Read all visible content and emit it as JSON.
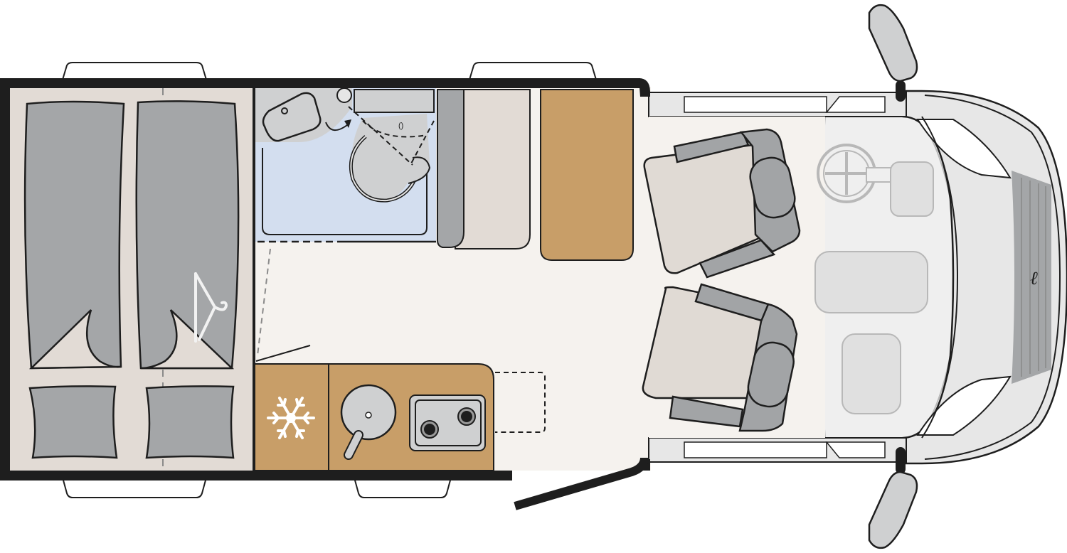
{
  "diagram": {
    "type": "campervan-floor-plan",
    "orientation": "rear-left, cab-right",
    "zones": [
      {
        "id": "rear-bed",
        "label": "Rear double bed with wardrobe below"
      },
      {
        "id": "bathroom",
        "label": "Washroom with basin, toilet and shower tray"
      },
      {
        "id": "wardrobe",
        "label": "Wardrobe / cabinet"
      },
      {
        "id": "cabinet",
        "label": "Storage cabinet"
      },
      {
        "id": "kitchen",
        "label": "Kitchen with fridge, sink and two-burner hob"
      },
      {
        "id": "cab",
        "label": "Driver cab with swivel seats"
      }
    ],
    "icons": [
      "snowflake-icon (fridge)",
      "hanger-icon (wardrobe)",
      "steering-wheel-icon",
      "brand-logo-icon"
    ]
  },
  "colors": {
    "wall": "#1e1e1e",
    "bed_floor": "#e2dbd5",
    "mattress": "#a4a6a8",
    "bathroom": "#d3deef",
    "fixture_grey": "#cfd0d1",
    "wood": "#c89e68",
    "cabinet_light": "#e2dbd5",
    "floor": "#f5f2ee",
    "seat_cushion": "#e0dad4",
    "seat_frame": "#a2a4a6",
    "cab_body": "#e7e7e7",
    "cab_dash": "#efefef",
    "window": "#ffffff"
  }
}
